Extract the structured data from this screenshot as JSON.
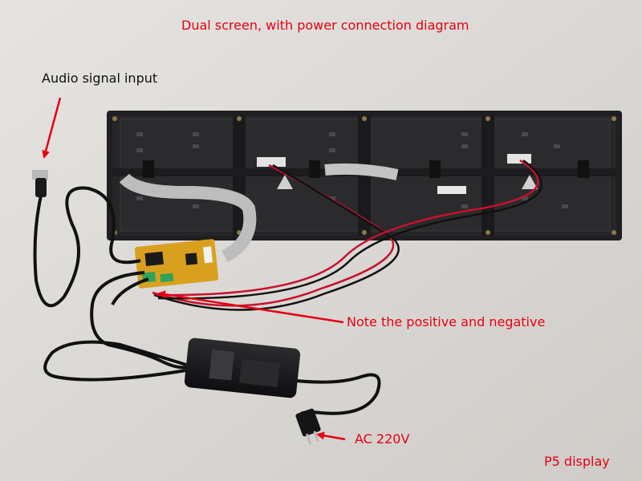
{
  "captions": {
    "title": "Dual screen, with power connection diagram",
    "audio_input": "Audio signal input",
    "polarity_note": "Note the positive and negative",
    "ac_voltage": "AC 220V",
    "display_type": "P5 display"
  },
  "colors": {
    "caption_red": "#e60012",
    "caption_black": "#111111",
    "background": "#d9d7d4",
    "panel": "#1f1f21",
    "controller_board": "#d9a020",
    "ribbon_cable": "#bdbdbd",
    "power_wire_red": "#c8102e",
    "power_wire_black": "#111111"
  }
}
